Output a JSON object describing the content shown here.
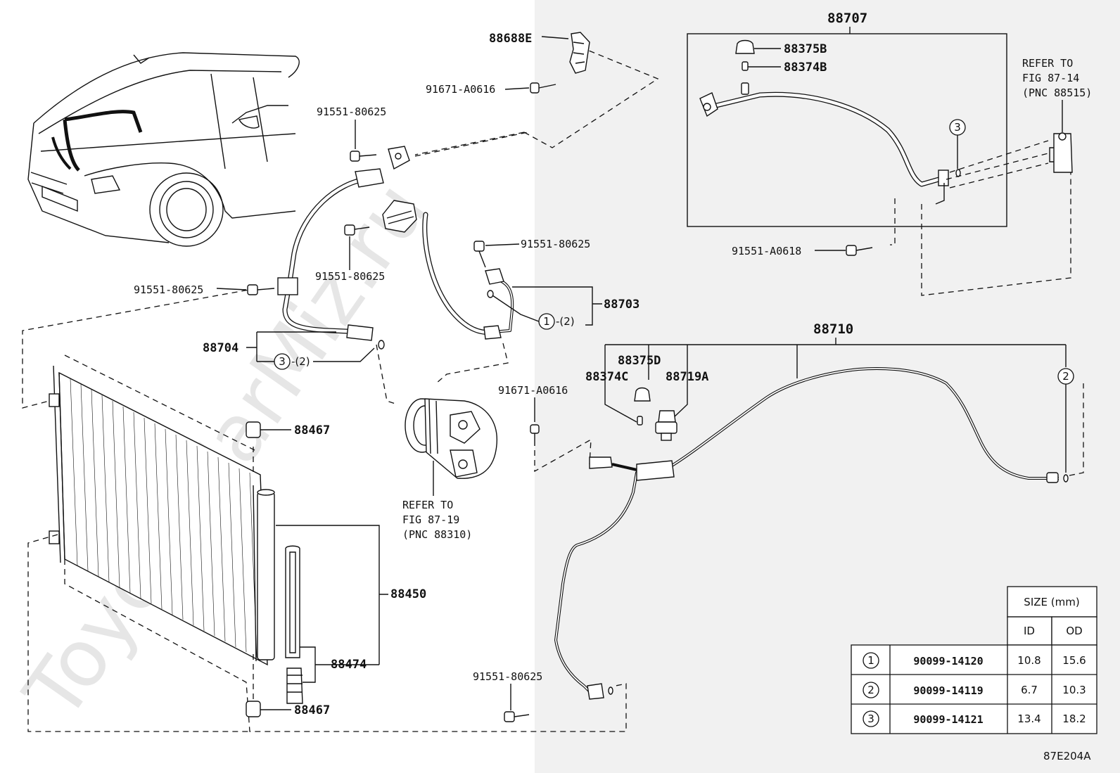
{
  "watermark": "ToyotaCarMiz.ru",
  "diagram_code": "87E204A",
  "callouts": {
    "p88707": "88707",
    "p88688e": "88688E",
    "p88375b": "88375B",
    "p88374b": "88374B",
    "bolt_91671_top": "91671-A0616",
    "bolt_91551_a": "91551-80625",
    "bolt_91551_b": "91551-80625",
    "bolt_91551_c": "91551-80625",
    "bolt_91551_d": "91551-80625",
    "bolt_91551_e": "91551-80625",
    "bolt_91551_a0618": "91551-A0618",
    "bolt_91671_mid": "91671-A0616",
    "p88703": "88703",
    "p88704": "88704",
    "p88710": "88710",
    "p88375d": "88375D",
    "p88374c": "88374C",
    "p88719a": "88719A",
    "p88467_top": "88467",
    "p88467_bottom": "88467",
    "p88450": "88450",
    "p88474": "88474",
    "qty_2_a": "-(2)",
    "qty_2_b": "-(2)"
  },
  "references": {
    "ref_87_14": {
      "line1": "REFER TO",
      "line2": "FIG 87-14",
      "line3": "(PNC 88515)"
    },
    "ref_87_19": {
      "line1": "REFER TO",
      "line2": "FIG 87-19",
      "line3": "(PNC 88310)"
    }
  },
  "markers": {
    "m1": "1",
    "m2": "2",
    "m3_top": "3",
    "m3_left": "3"
  },
  "size_table": {
    "header": "SIZE (mm)",
    "col_id": "ID",
    "col_od": "OD",
    "rows": [
      {
        "ref": "1",
        "part": "90099-14120",
        "id": "10.8",
        "od": "15.6"
      },
      {
        "ref": "2",
        "part": "90099-14119",
        "id": "6.7",
        "od": "10.3"
      },
      {
        "ref": "3",
        "part": "90099-14121",
        "id": "13.4",
        "od": "18.2"
      }
    ]
  }
}
